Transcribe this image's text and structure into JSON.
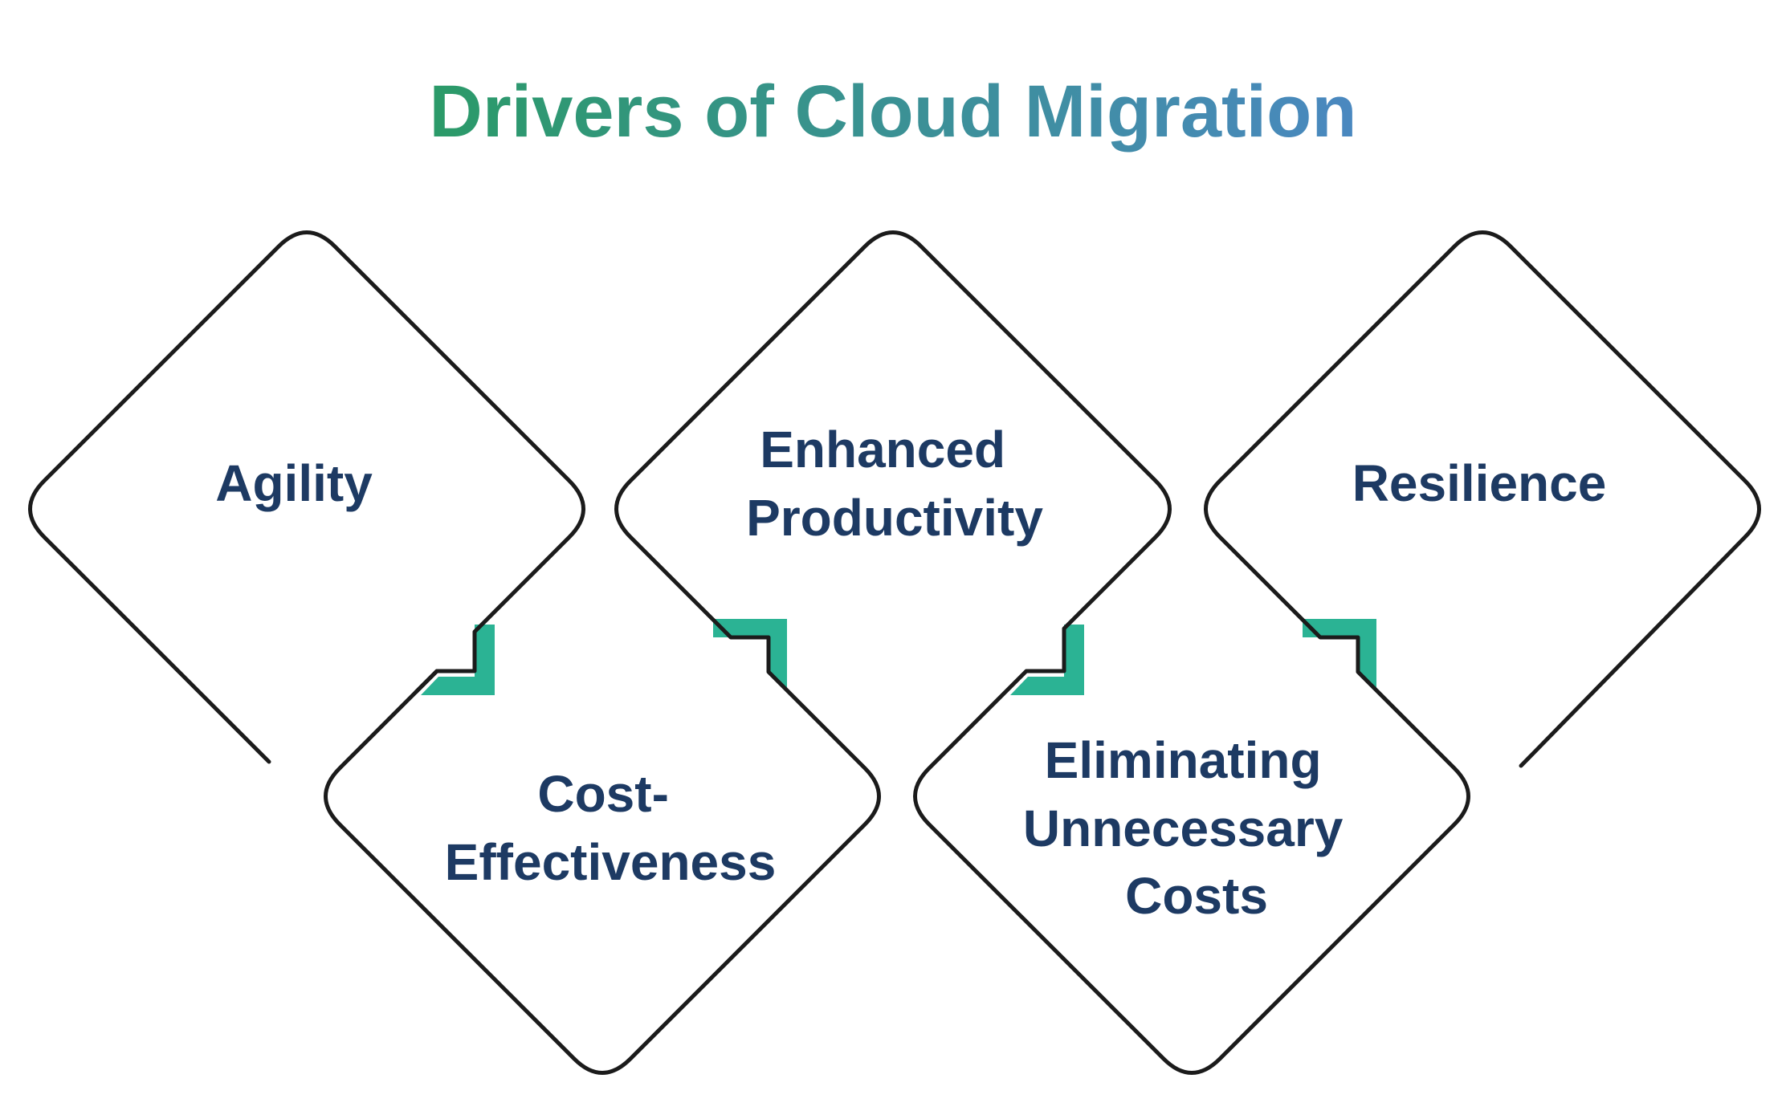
{
  "title": "Drivers of Cloud Migration",
  "colors": {
    "title_gradient_start": "#2b9a68",
    "title_gradient_end": "#4a88c0",
    "label_text": "#1d3a63",
    "outline": "#1b1b1b",
    "connector_accent": "#2bb394",
    "background": "#ffffff"
  },
  "drivers": [
    {
      "id": "agility",
      "lines": [
        "Agility"
      ]
    },
    {
      "id": "cost-effectiveness",
      "lines": [
        "Cost-",
        "Effectiveness"
      ]
    },
    {
      "id": "enhanced-productivity",
      "lines": [
        "Enhanced",
        "Productivity"
      ]
    },
    {
      "id": "eliminating-unnecessary-costs",
      "lines": [
        "Eliminating",
        "Unnecessary",
        "Costs"
      ]
    },
    {
      "id": "resilience",
      "lines": [
        "Resilience"
      ]
    }
  ]
}
